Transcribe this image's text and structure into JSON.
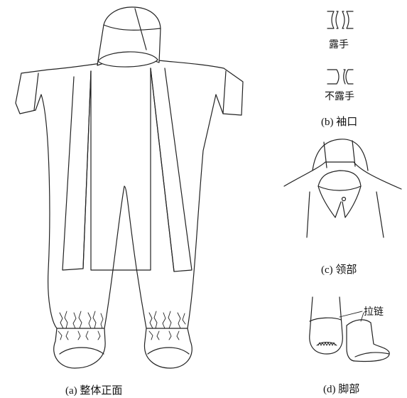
{
  "captions": {
    "front": "(a) 整体正面",
    "cuff": "(b) 袖口",
    "collar": "(c) 领部",
    "foot": "(d) 脚部"
  },
  "labels": {
    "hand_out": "露手",
    "hand_in": "不露手",
    "zipper": "拉链"
  }
}
